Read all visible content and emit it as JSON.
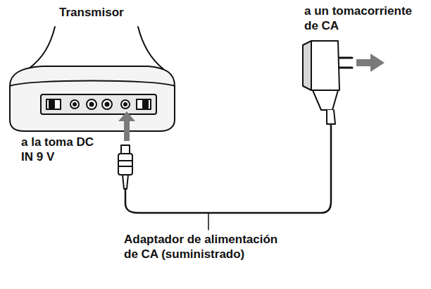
{
  "diagram": {
    "labels": [
      "Transmisor",
      "a un tomacorriente de CA",
      "a la toma DC IN 9 V",
      "Adaptador de alimentación de CA (suministrado)"
    ]
  }
}
